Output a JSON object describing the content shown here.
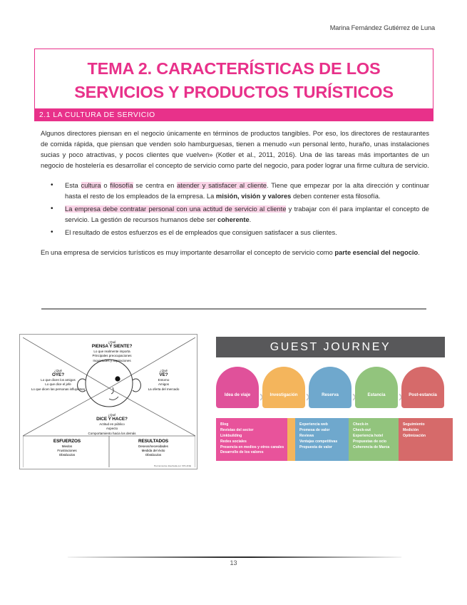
{
  "header": {
    "author": "Marina Fernández Gutiérrez de Luna"
  },
  "title": {
    "line1": "TEMA 2. CARACTERÍSTICAS DE LOS",
    "line2": "SERVICIOS Y PRODUCTOS TURÍSTICOS"
  },
  "section": {
    "label": "2.1 LA CULTURA DE SERVICIO"
  },
  "body": {
    "intro": "Algunos directores piensan en el negocio únicamente en términos de productos tangibles. Por eso, los directores de restaurantes de comida rápida, que piensan que venden solo hamburguesas, tienen a menudo «un personal lento, huraño, unas instalaciones sucias y poco atractivas, y pocos clientes que vuelven» (Kotler et al., 2011, 2016). Una de las tareas más importantes de un negocio de hostelería es desarrollar el concepto de servicio como parte del negocio, para poder lograr una firme cultura de servicio.",
    "bullet1": {
      "t1": "Esta ",
      "h1": "cultura",
      "t2": " o ",
      "h2": "filosofía",
      "t3": " se centra en ",
      "h3": "atender y satisfacer al cliente",
      "t4": ". Tiene que empezar por la alta dirección y continuar hasta el resto de los empleados de la empresa.  La ",
      "b1": "misión, visión y valores",
      "t5": " deben contener esta filosofía."
    },
    "bullet2": {
      "h1": "La empresa debe contratar personal con una actitud de servicio al cliente",
      "t1": " y trabajar con él para implantar el concepto de servicio. La gestión de recursos humanos debe ser ",
      "b1": "coherente",
      "t2": "."
    },
    "bullet3": {
      "t1": "El resultado de estos esfuerzos es el de empleados que consiguen satisfacer a sus clientes."
    },
    "closing": {
      "t1": "En una empresa de servicios turísticos es muy importante desarrollar el concepto de servicio como ",
      "b1": "parte esencial del negocio",
      "t2": "."
    }
  },
  "empathy_map": {
    "top": {
      "que": "¿Qué",
      "title": "PIENSA Y SIENTE?",
      "items": [
        "Lo que realmente importa",
        "Principales preocupaciones",
        "Inquietudes y aspiraciones"
      ]
    },
    "left": {
      "que": "¿Qué",
      "title": "OYE?",
      "items": [
        "Lo que dicen los amigos",
        "Lo que dice el jefe",
        "Lo que dicen las personas influyentes"
      ]
    },
    "right": {
      "que": "¿Qué",
      "title": "VE?",
      "items": [
        "Entorno",
        "Amigos",
        "La oferta del mercado"
      ]
    },
    "bottom": {
      "que": "¿Qué",
      "title": "DICE Y HACE?",
      "items": [
        "Actitud en público",
        "Aspecto",
        "Comportamiento hacia los demás"
      ]
    },
    "box_left": {
      "title": "ESFUERZOS",
      "items": [
        "Miedos",
        "Frustraciones",
        "Obstáculos"
      ]
    },
    "box_right": {
      "title": "RESULTADOS",
      "items": [
        "Deseos/necesidades",
        "Medida del éxito",
        "Obstáculos"
      ]
    },
    "credit": "Herramienta diseñada por XPLANE"
  },
  "guest_journey": {
    "title": "GUEST  JOURNEY",
    "header_color": "#58585a",
    "arrow": "❯",
    "stages": [
      {
        "label": "Idea de viaje",
        "color": "#e0519a"
      },
      {
        "label": "Investigación",
        "color": "#f0b košice"
      },
      {
        "label": "Reserva",
        "color": "#6fa8cd"
      },
      {
        "label": "Estancia",
        "color": "#92c47d"
      },
      {
        "label": "Post-estancia",
        "color": "#d66a6a"
      }
    ],
    "bands": [
      {
        "color": "#e8539b",
        "width": 100,
        "items": [
          "Blog",
          "Revistas del sector",
          "Linkbuilding",
          "Redes sociales",
          "Presencia en medios y otros canales",
          "Desarrollo de los valores"
        ]
      },
      {
        "color": "#f4b55c",
        "width": 0,
        "items": []
      },
      {
        "color": "#6fa8cd",
        "width": 75,
        "items": [
          "Experiencia web",
          "Promesa de valor",
          "Reviews",
          "Ventajas competitivas",
          "Propuesta de valor"
        ]
      },
      {
        "color": "#92c47d",
        "width": 70,
        "items": [
          "Check-in",
          "Check-out",
          "Experiencia hotel",
          "Propuestas de ocio",
          "Coherencia de Marca"
        ]
      },
      {
        "color": "#d66a6a",
        "width": 76,
        "items": [
          "Seguimiento",
          "Medición",
          "Optimización"
        ]
      }
    ]
  },
  "footer": {
    "page_number": "13"
  }
}
